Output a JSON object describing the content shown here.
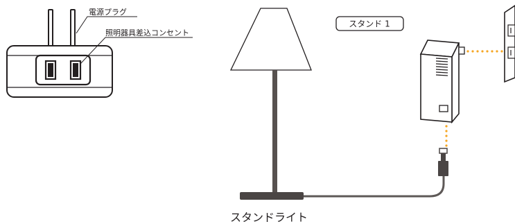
{
  "labels": {
    "power_plug": "電源プラグ",
    "outlet": "照明器具差込コンセント",
    "stand_tag": "スタンド 1",
    "stand_light": "スタンドライト"
  },
  "colors": {
    "outline": "#231f20",
    "lamp_shade": "#ffffff",
    "pole": "#57514f",
    "base": "#4a4544",
    "cable": "#5e5957",
    "connector_dots": "#f5a623",
    "wall_switch": "#ffffff"
  },
  "icons": {
    "adapter": "plug-adapter-icon",
    "lamp": "floor-lamp-icon",
    "controller": "wall-controller-icon",
    "wall": "wall-outlet-icon",
    "connector": "cable-connector-icon"
  }
}
